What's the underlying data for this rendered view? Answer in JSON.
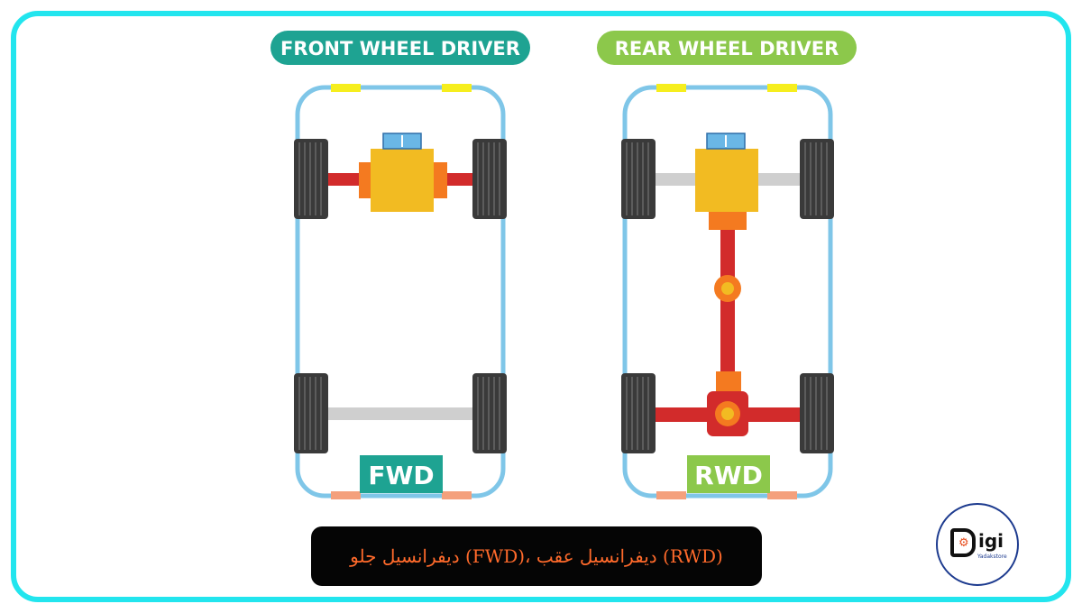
{
  "left_panel": {
    "title": "FRONT WHEEL DRIVER",
    "badge": "FWD",
    "title_color": "#1ea392",
    "badge_color": "#1ea392"
  },
  "right_panel": {
    "title": "REAR WHEEL DRIVER",
    "badge": "RWD",
    "title_color": "#8cc84b",
    "badge_color": "#8cc84b"
  },
  "caption": "(RWD) دیفرانسیل عقب ،(FWD) دیفرانسیل جلو",
  "logo": {
    "word": "igi",
    "sub": "Yadakstore",
    "icon": "gear-icon"
  },
  "colors": {
    "frame_border": "#22e5ee",
    "chassis": "#7fc6e8",
    "engine": "#f2bb22",
    "drive_shaft": "#d22b2b",
    "joint": "#f47a20",
    "tire": "#3a3a3a",
    "headlight": "#f6ee1e",
    "taillight": "#f4a07c",
    "caption_text": "#ff6a2b"
  }
}
